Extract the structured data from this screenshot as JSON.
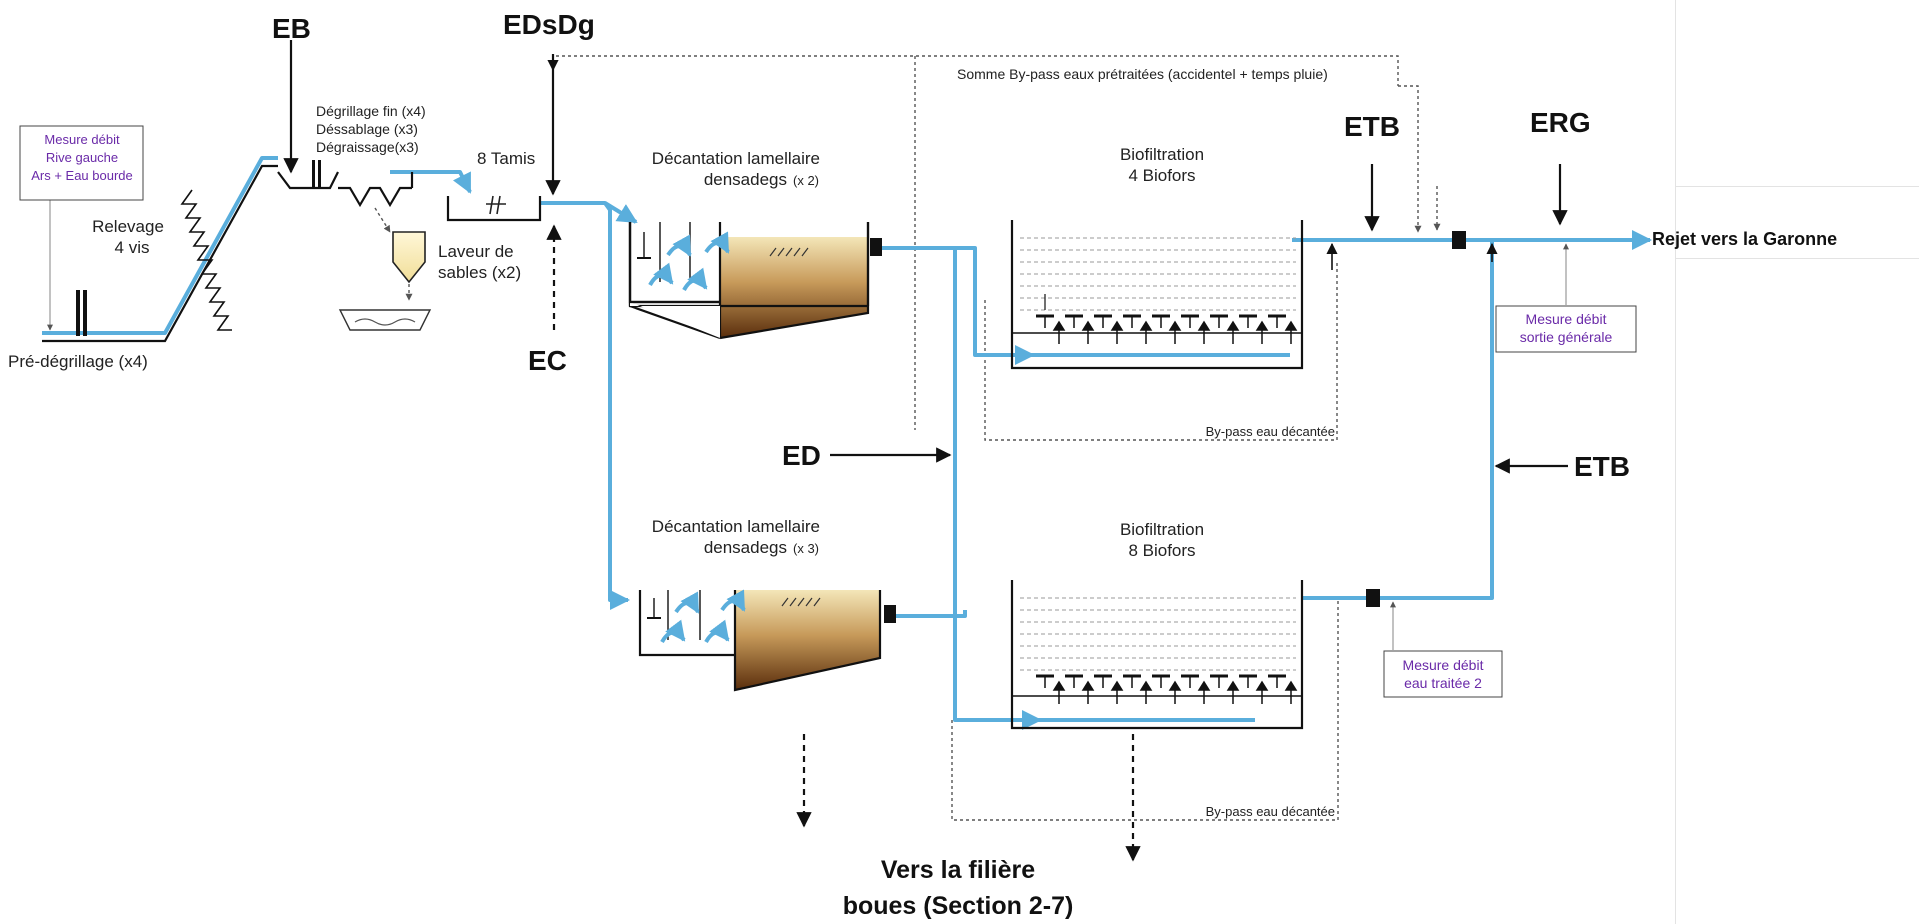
{
  "points": {
    "eb": "EB",
    "edsdg": "EDsDg",
    "ec": "EC",
    "ed": "ED",
    "etb1": "ETB",
    "etb2": "ETB",
    "erg": "ERG"
  },
  "labels": {
    "mesure_rive": [
      "Mesure débit",
      "Rive gauche",
      "Ars + Eau bourde"
    ],
    "relevage": [
      "Relevage",
      "4  vis"
    ],
    "pre_degrillage": "Pré-dégrillage (x4)",
    "pretraitement": [
      "Dégrillage fin (x4)",
      "Déssablage (x3)",
      "Dégraissage(x3)"
    ],
    "tamis": "8 Tamis",
    "laveur": [
      "Laveur de",
      "sables (x2)"
    ],
    "decant1_title": "Décantation lamellaire",
    "decant1_name": "densadegs",
    "decant1_count": "(x 2)",
    "decant2_title": "Décantation lamellaire",
    "decant2_name": "densadegs",
    "decant2_count": "(x 3)",
    "bio1": [
      "Biofiltration",
      "4 Biofors"
    ],
    "bio2": [
      "Biofiltration",
      "8 Biofors"
    ],
    "bypass_top": "Somme By-pass eaux prétraitées (accidentel + temps pluie)",
    "bypass_dec1": "By-pass eau décantée",
    "bypass_dec2": "By-pass eau décantée",
    "mesure_sortie": [
      "Mesure débit",
      "sortie générale"
    ],
    "mesure_eau2": [
      "Mesure débit",
      "eau traitée 2"
    ],
    "rejet": "Rejet vers la Garonne",
    "boues": [
      "Vers la filière",
      "boues (Section 2-7)"
    ]
  },
  "colors": {
    "pipe": "#5aaedc",
    "sludge": "#6b3a12",
    "purple_text": "#6a2aa8"
  }
}
